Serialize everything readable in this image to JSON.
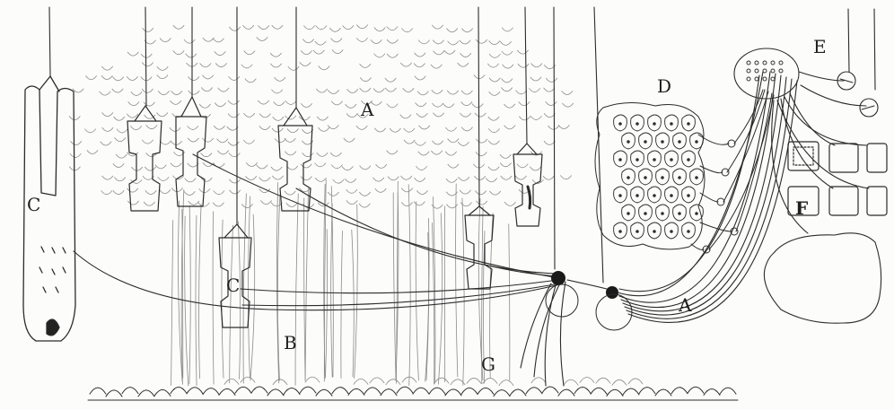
{
  "labels": {
    "c_left": "C",
    "a_top": "A",
    "d": "D",
    "e": "E",
    "f": "F",
    "c_mid": "C",
    "b": "B",
    "g": "G",
    "a_right": "A"
  }
}
